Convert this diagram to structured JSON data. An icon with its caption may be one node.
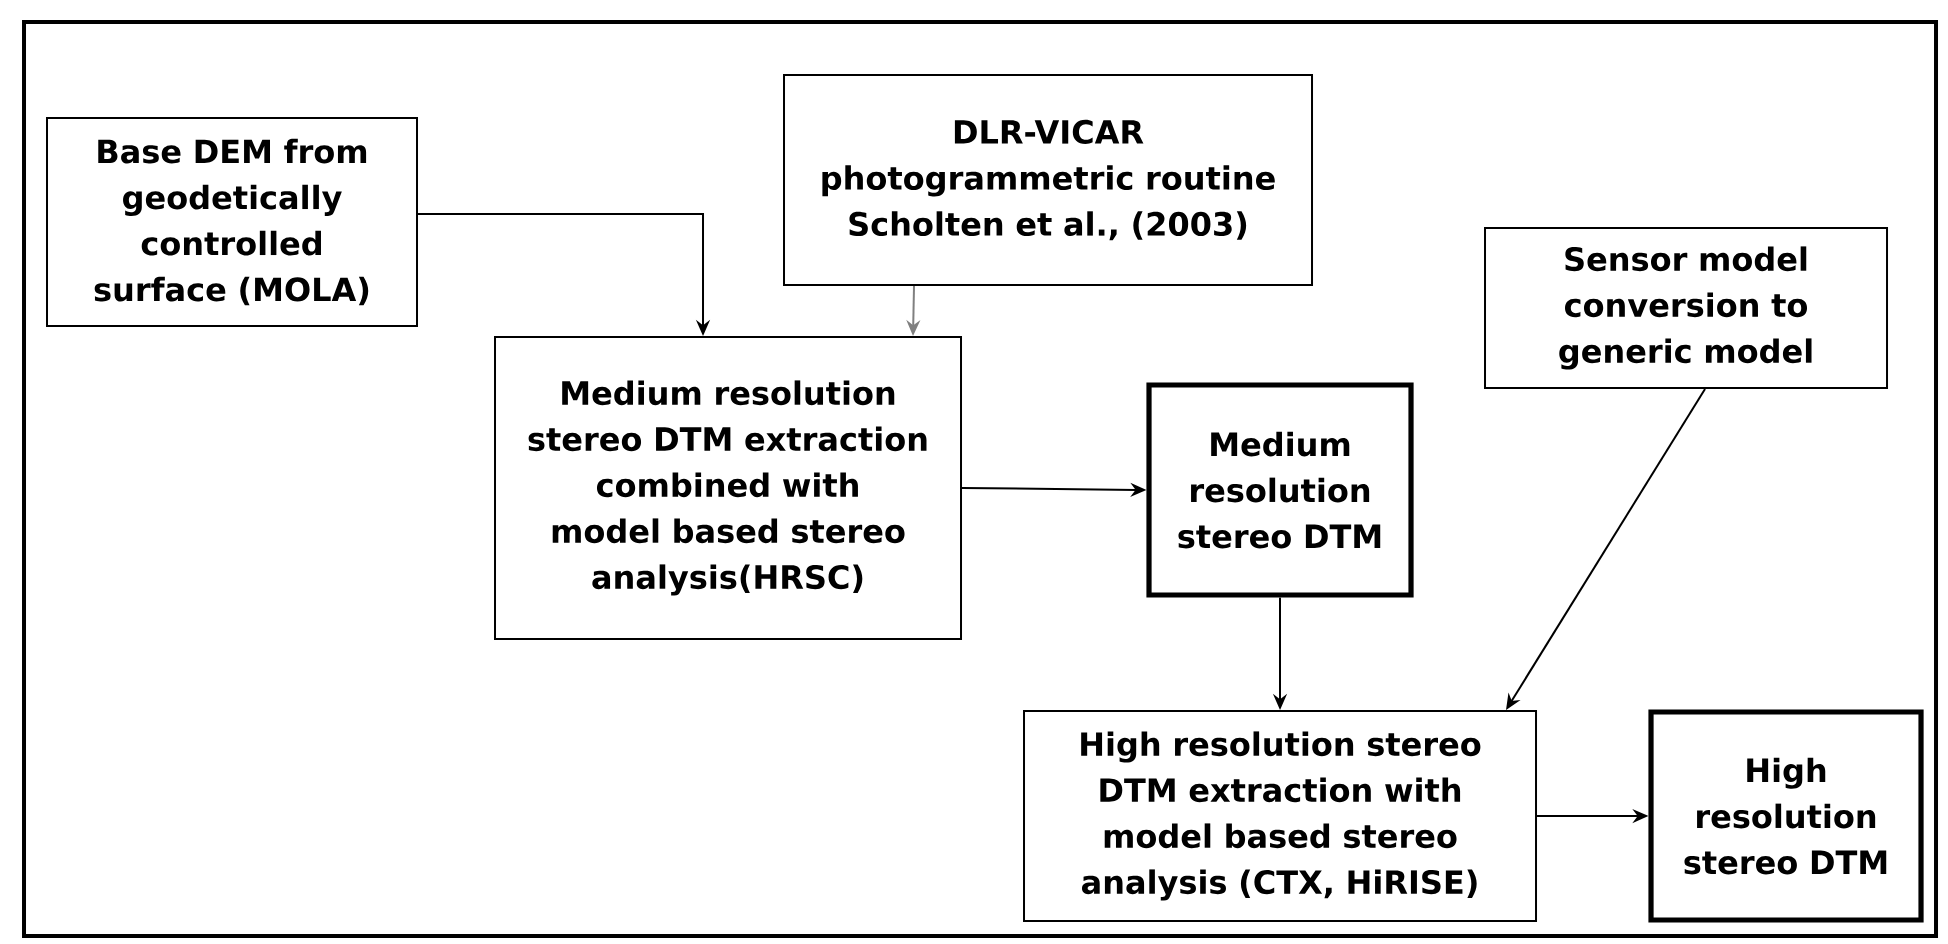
{
  "diagram": {
    "nodes": [
      {
        "text": [
          "Base DEM from geodetically controlled surface (MOLA)"
        ]
      },
      {
        "text": [
          "DLR-VICAR photogrammetric routine Scholten et al., (2003)"
        ]
      },
      {
        "text": [
          "Medium resolution stereo DTM extraction combined with model based stereo analysis(HRSC)"
        ]
      },
      {
        "text": [
          "Medium resolution stereo DTM"
        ]
      },
      {
        "text": [
          "Sensor model conversion to generic model"
        ]
      },
      {
        "text": [
          "High resolution stereo DTM extraction with model based stereo analysis (CTX, HiRISE)"
        ]
      },
      {
        "text": [
          "High resolution stereo DTM"
        ]
      }
    ],
    "edges": [
      {
        "from": 0,
        "to": 2,
        "arrow": "to"
      },
      {
        "from": 1,
        "to": 2,
        "arrow": "to",
        "color": "#808080"
      },
      {
        "from": 2,
        "to": 3,
        "arrow": "to"
      },
      {
        "from": 3,
        "to": 5,
        "arrow": "to"
      },
      {
        "from": 4,
        "to": 5,
        "arrow": "to"
      },
      {
        "from": 5,
        "to": 6,
        "arrow": "to"
      }
    ]
  }
}
